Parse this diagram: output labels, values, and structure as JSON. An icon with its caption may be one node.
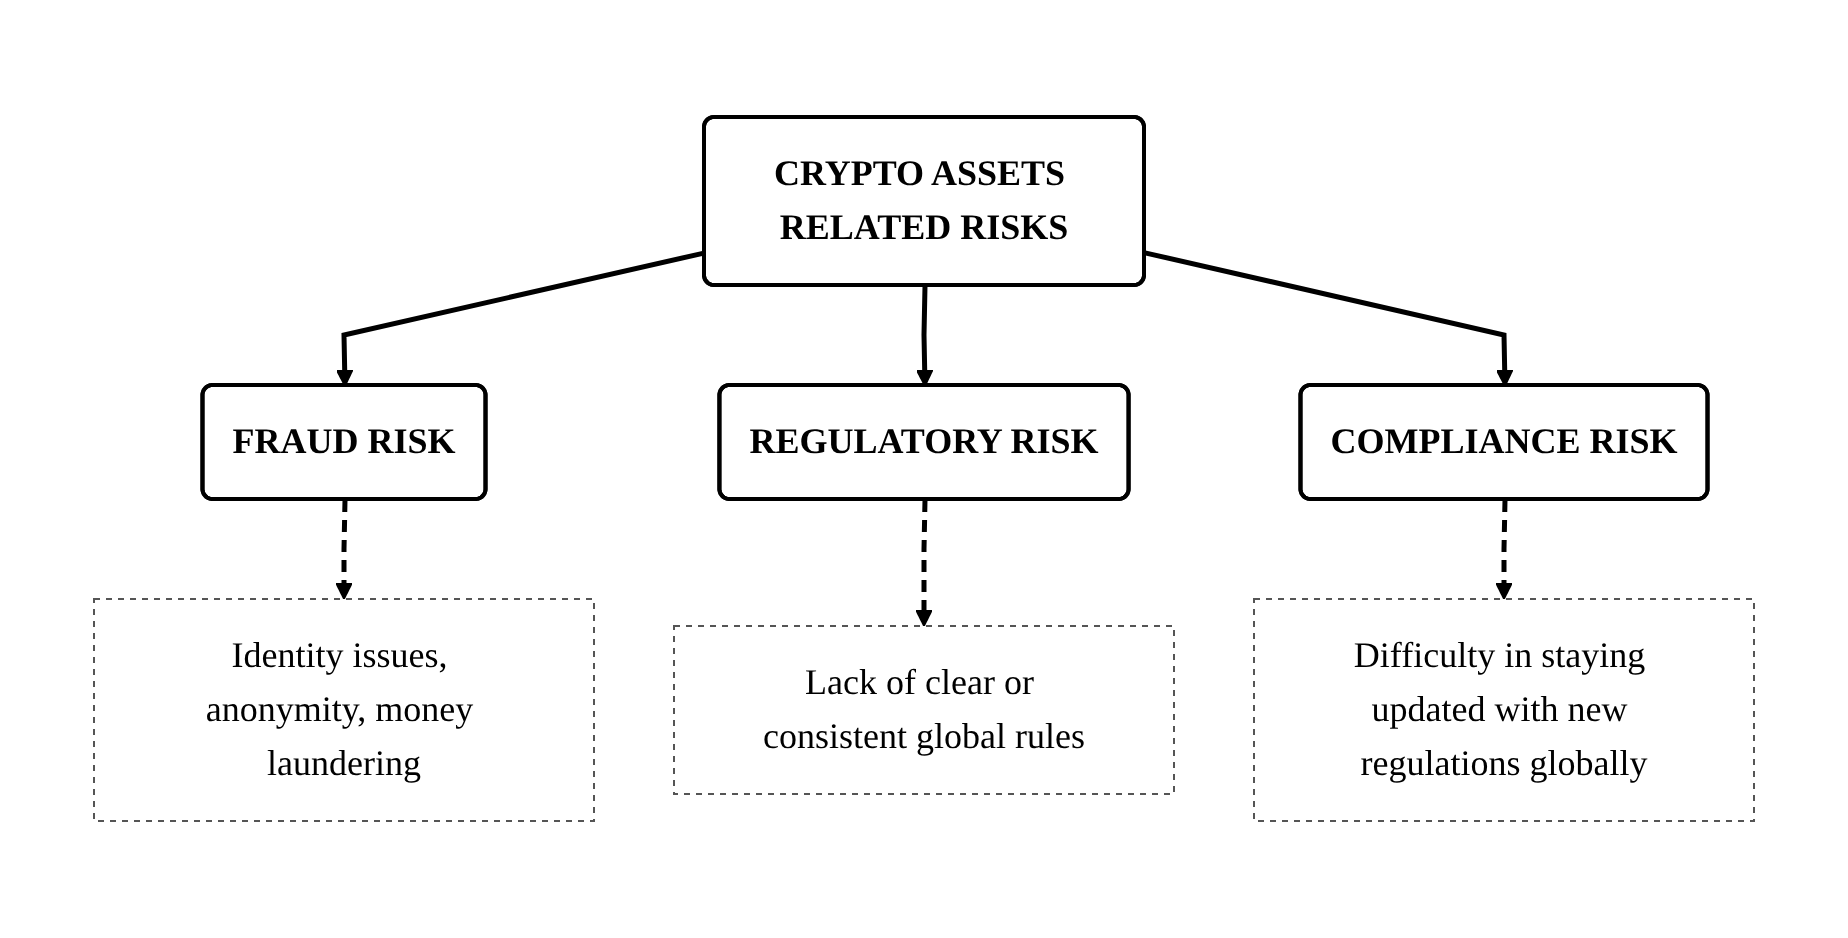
{
  "diagram": {
    "nodes": [
      {
        "text": [
          "CRYPTO ASSETS RELATED RISKS"
        ]
      },
      {
        "text": [
          "FRAUD RISK"
        ]
      },
      {
        "text": [
          "REGULATORY RISK"
        ]
      },
      {
        "text": [
          "COMPLIANCE RISK"
        ]
      },
      {
        "text": [
          "Identity issues, anonymity, money laundering"
        ]
      },
      {
        "text": [
          "Lack of clear or consistent global rules"
        ]
      },
      {
        "text": [
          "Difficulty in staying updated with new regulations globally"
        ]
      }
    ],
    "edges": [
      {
        "from": 0,
        "to": 1,
        "arrow": "to"
      },
      {
        "from": 0,
        "to": 2,
        "arrow": "to"
      },
      {
        "from": 0,
        "to": 3,
        "arrow": "to"
      },
      {
        "from": 1,
        "to": 4,
        "arrow": "to",
        "style": "dashed"
      },
      {
        "from": 2,
        "to": 5,
        "arrow": "to",
        "style": "dashed"
      },
      {
        "from": 3,
        "to": 6,
        "arrow": "to",
        "style": "dashed"
      }
    ]
  }
}
